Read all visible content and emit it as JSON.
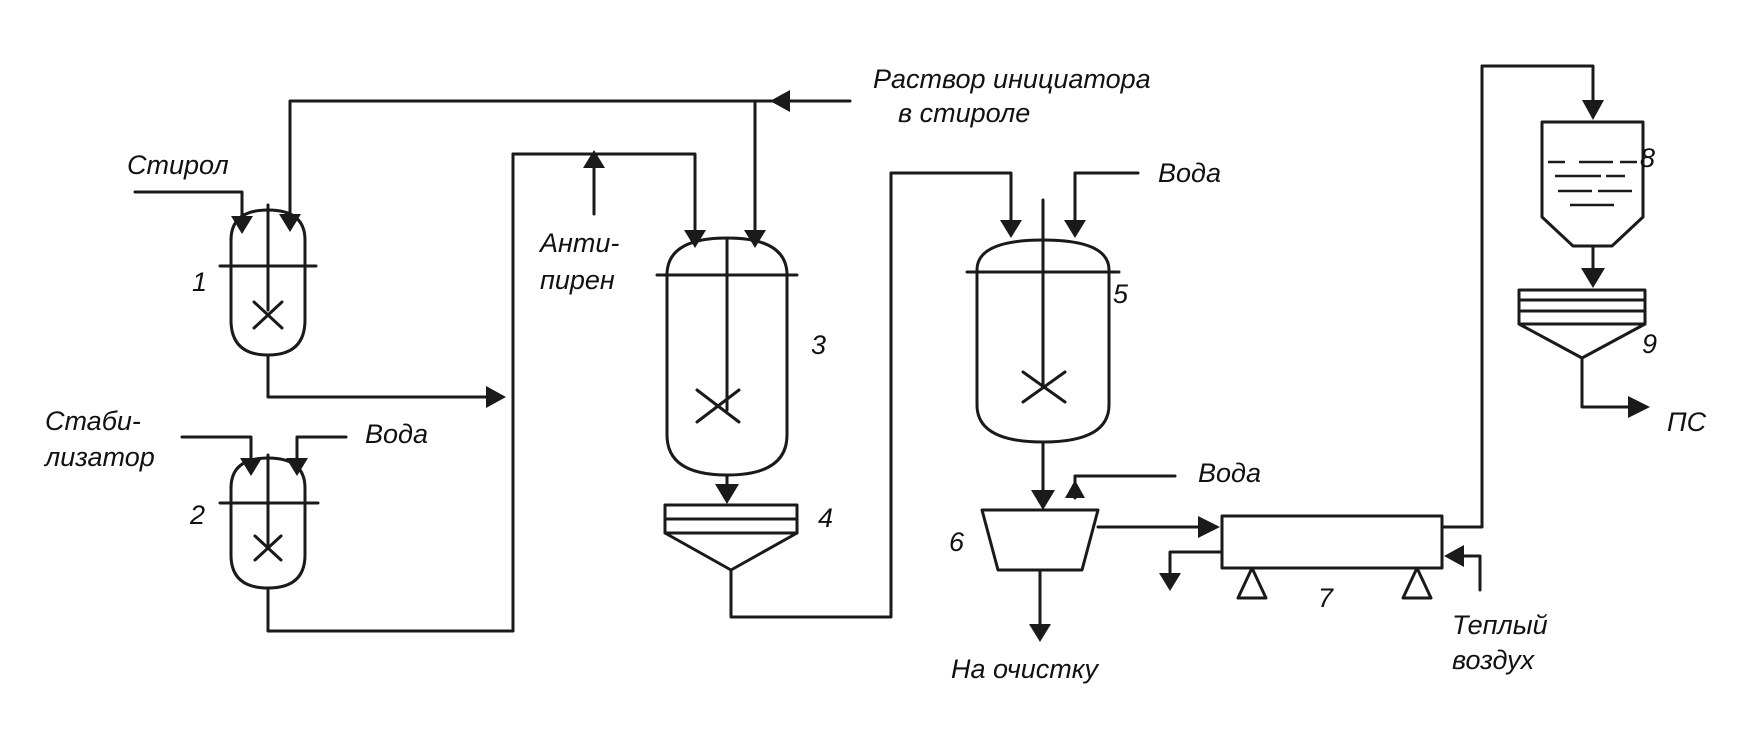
{
  "labels": {
    "styrene": "Стирол",
    "initiator_line1": "Раствор инициатора",
    "initiator_line2": "в стироле",
    "stabilizer_line1": "Стаби-",
    "stabilizer_line2": "лизатор",
    "water_2": "Вода",
    "flame_retardant_line1": "Анти-",
    "flame_retardant_line2": "пирен",
    "water_5": "Вода",
    "water_6": "Вода",
    "to_cleaning": "На очистку",
    "warm_air_line1": "Теплый",
    "warm_air_line2": "воздух",
    "product": "ПС"
  },
  "units": {
    "u1": "1",
    "u2": "2",
    "u3": "3",
    "u4": "4",
    "u5": "5",
    "u6": "6",
    "u7": "7",
    "u8": "8",
    "u9": "9"
  }
}
